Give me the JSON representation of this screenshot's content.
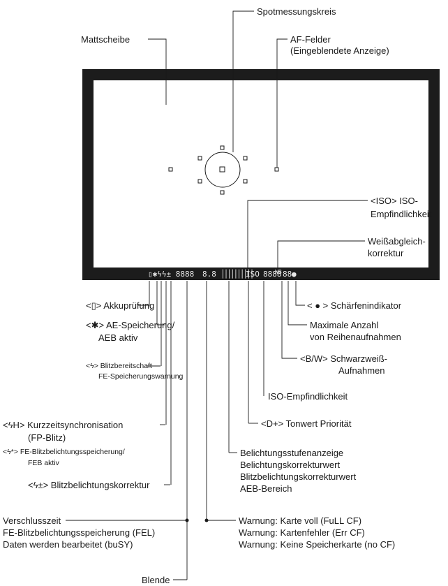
{
  "labels": {
    "spot": "Spotmessungskreis",
    "matt": "Mattscheibe",
    "af1": "AF-Felder",
    "af2": "(Eingeblendete Anzeige)",
    "iso1": "<ISO> ISO-",
    "iso2": "Empfindlichkeit",
    "wb1": "Weißabgleich-",
    "wb2": "korrektur",
    "akku": "<▯> Akkuprüfung",
    "focus": "< ● > Schärfenindikator",
    "ae1": "<✱> AE-Speicherung/",
    "ae2": "AEB aktiv",
    "maxr1": "Maximale Anzahl",
    "maxr2": "von Reihenaufnahmen",
    "flash1": "<ϟ> Blitzbereitschaft",
    "flash2": "FE-Speicherungswarnung",
    "bw1": "<B/W> Schwarzweiß-",
    "bw2": "Aufnahmen",
    "isoe": "ISO-Empfindlichkeit",
    "fp1": "<ϟH> Kurzzeitsynchronisation",
    "fp2": "(FP-Blitz)",
    "dplus": "<D+> Tonwert Priorität",
    "feb1": "<ϟ*> FE-Blitzbelichtungsspeicherung/",
    "feb2": "FEB aktiv",
    "bel1": "Belichtungsstufenanzeige",
    "bel2": "Belichtungskorrekturwert",
    "bel3": "Blitzbelichtungskorrekturwert",
    "bel4": "AEB-Bereich",
    "fec": "<ϟ±> Blitzbelichtungskorrektur",
    "shutter1": "Verschlusszeit",
    "shutter2": "FE-Blitzbelichtungsspeicherung (FEL)",
    "shutter3": "Daten werden bearbeitet (buSY)",
    "warn1": "Warnung: Karte voll (FuLL CF)",
    "warn2": "Warnung: Kartenfehler (Err CF)",
    "warn3": "Warnung: Keine Speicherkarte (no CF)",
    "aperture": "Blende"
  },
  "lcd": {
    "left": "▯✱ϟϟ± 8888",
    "mid": "8.8",
    "scale": "││││││││││",
    "iso": "ISO",
    "right": "8888",
    "wb": "WB",
    "count": "88",
    "dot": "●"
  }
}
